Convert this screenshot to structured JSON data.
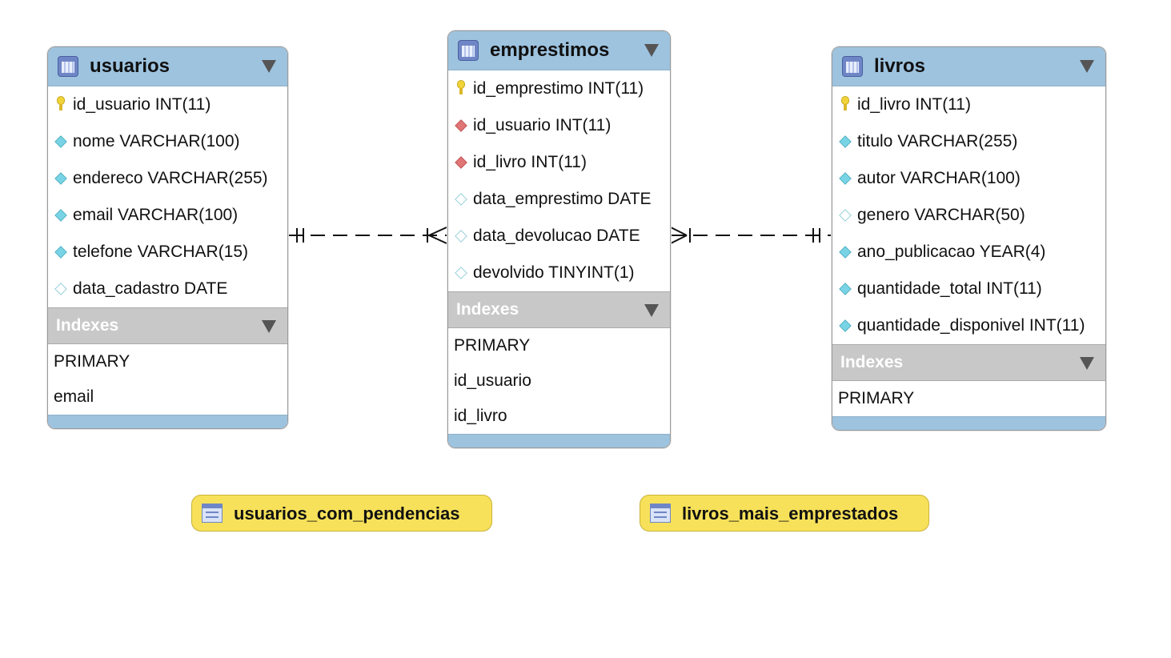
{
  "tables": [
    {
      "name": "usuarios",
      "columns": [
        {
          "text": "id_usuario INT(11)",
          "icon": "primary-key-icon"
        },
        {
          "text": "nome VARCHAR(100)",
          "icon": "not-null-column-icon"
        },
        {
          "text": "endereco VARCHAR(255)",
          "icon": "not-null-column-icon"
        },
        {
          "text": "email VARCHAR(100)",
          "icon": "not-null-column-icon"
        },
        {
          "text": "telefone VARCHAR(15)",
          "icon": "not-null-column-icon"
        },
        {
          "text": "data_cadastro DATE",
          "icon": "nullable-column-icon"
        }
      ],
      "indexes_label": "Indexes",
      "indexes": [
        "PRIMARY",
        "email"
      ]
    },
    {
      "name": "emprestimos",
      "columns": [
        {
          "text": "id_emprestimo INT(11)",
          "icon": "primary-key-icon"
        },
        {
          "text": "id_usuario INT(11)",
          "icon": "foreign-key-icon"
        },
        {
          "text": "id_livro INT(11)",
          "icon": "foreign-key-icon"
        },
        {
          "text": "data_emprestimo DATE",
          "icon": "nullable-column-icon"
        },
        {
          "text": "data_devolucao DATE",
          "icon": "nullable-column-icon"
        },
        {
          "text": "devolvido TINYINT(1)",
          "icon": "nullable-column-icon"
        }
      ],
      "indexes_label": "Indexes",
      "indexes": [
        "PRIMARY",
        "id_usuario",
        "id_livro"
      ]
    },
    {
      "name": "livros",
      "columns": [
        {
          "text": "id_livro INT(11)",
          "icon": "primary-key-icon"
        },
        {
          "text": "titulo VARCHAR(255)",
          "icon": "not-null-column-icon"
        },
        {
          "text": "autor VARCHAR(100)",
          "icon": "not-null-column-icon"
        },
        {
          "text": "genero VARCHAR(50)",
          "icon": "nullable-column-icon"
        },
        {
          "text": "ano_publicacao YEAR(4)",
          "icon": "not-null-column-icon"
        },
        {
          "text": "quantidade_total INT(11)",
          "icon": "not-null-column-icon"
        },
        {
          "text": "quantidade_disponivel INT(11)",
          "icon": "not-null-column-icon"
        }
      ],
      "indexes_label": "Indexes",
      "indexes": [
        "PRIMARY"
      ]
    }
  ],
  "views": [
    {
      "name": "usuarios_com_pendencias",
      "icon": "view-icon"
    },
    {
      "name": "livros_mais_emprestados",
      "icon": "view-icon"
    }
  ],
  "relationships": [
    {
      "from": "usuarios",
      "to": "emprestimos",
      "cardinality": "one-to-many",
      "style": "dashed"
    },
    {
      "from": "livros",
      "to": "emprestimos",
      "cardinality": "one-to-many",
      "style": "dashed"
    }
  ],
  "colors": {
    "table_header": "#9dc3df",
    "indexes_header": "#c8c8c8",
    "view_fill": "#f7e15a",
    "primary_key": "#f1d33a",
    "column_diamond": "#78d4e4",
    "foreign_key_diamond": "#e07575"
  }
}
